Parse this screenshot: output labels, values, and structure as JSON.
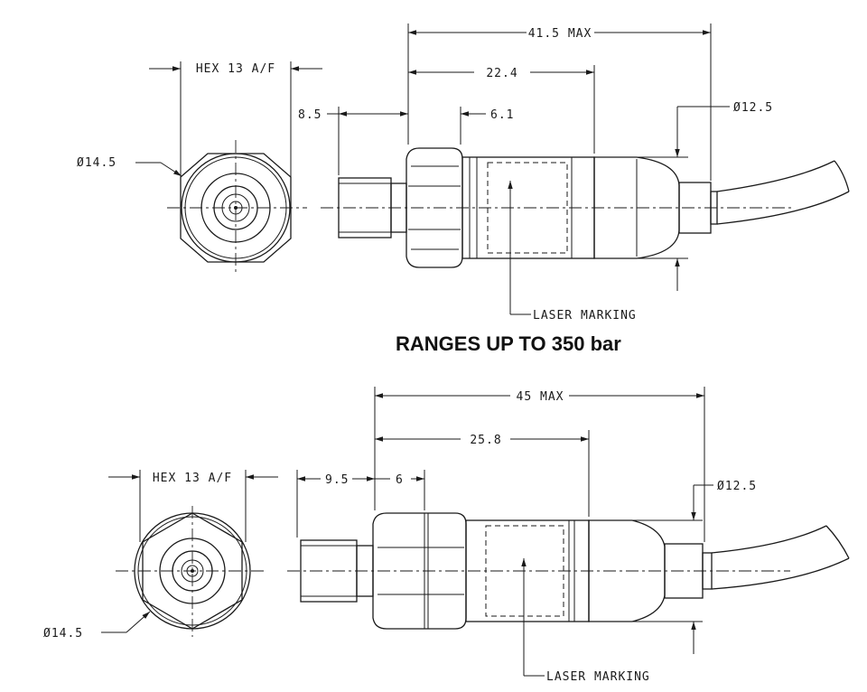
{
  "heading": "RANGES UP TO 350 bar",
  "top_view": {
    "hex_label": "HEX 13 A/F",
    "diameter_front": "Ø14.5",
    "dim_overall": "41.5 MAX",
    "dim_body": "22.4",
    "dim_thread": "8.5",
    "dim_hex": "6.1",
    "diameter_cable": "Ø12.5",
    "laser_marking": "LASER MARKING"
  },
  "bottom_view": {
    "hex_label": "HEX 13 A/F",
    "diameter_front": "Ø14.5",
    "dim_overall": "45 MAX",
    "dim_body": "25.8",
    "dim_thread": "9.5",
    "dim_hex": "6",
    "diameter_cable": "Ø12.5",
    "laser_marking": "LASER MARKING"
  }
}
